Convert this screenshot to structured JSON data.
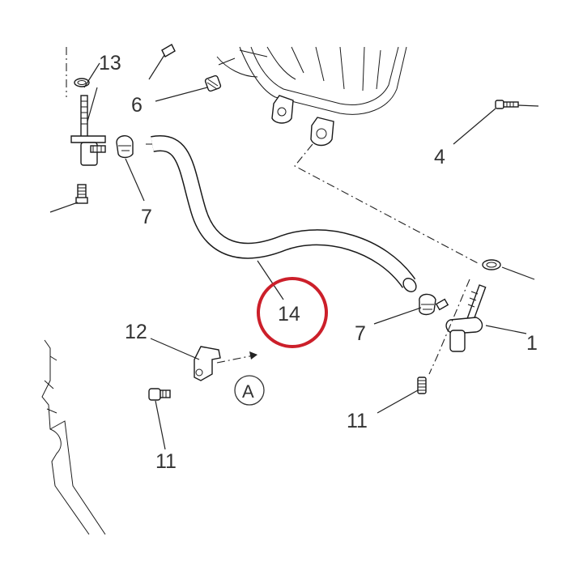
{
  "diagram": {
    "highlight_color": "#cc1f2a",
    "callouts": {
      "c13": "13",
      "c6": "6",
      "c4": "4",
      "c7_left": "7",
      "c7_right": "7",
      "c14": "14",
      "c12": "12",
      "c11_left": "11",
      "c11_right": "11",
      "c1_partial": "1",
      "view_ref": "A"
    },
    "highlighted_part": "14"
  }
}
